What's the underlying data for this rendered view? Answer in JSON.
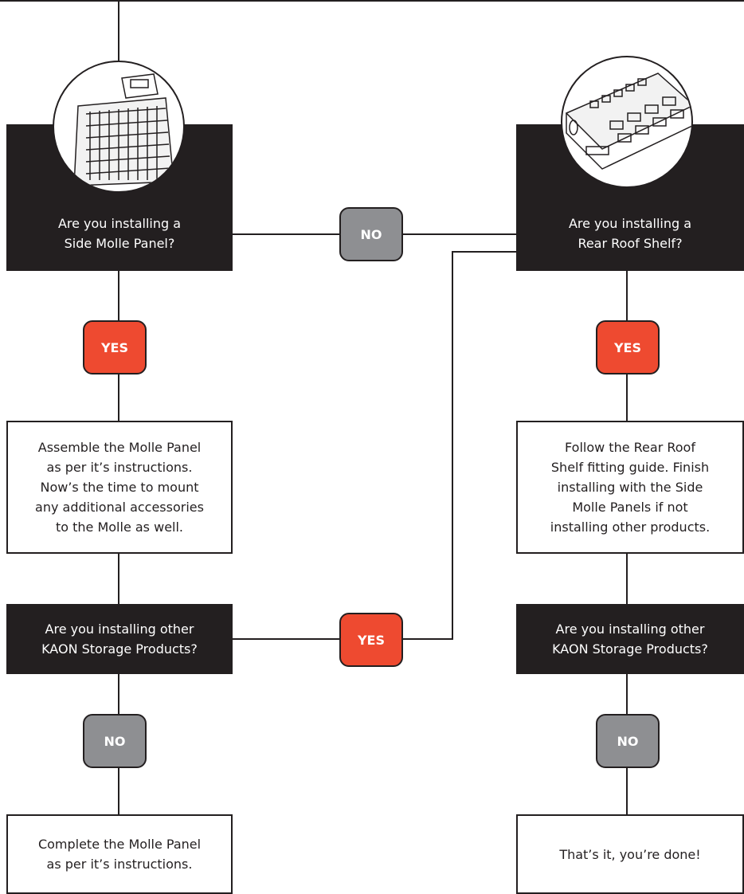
{
  "colors": {
    "dark": "#231f20",
    "yes": "#ee4a30",
    "no": "#8e8f92",
    "line": "#231f20"
  },
  "left": {
    "q1": [
      "Are you installing a",
      "Side Molle Panel?"
    ],
    "yes1": "YES",
    "a1": [
      "Assemble the Molle Panel",
      "as per it’s instructions.",
      "Now’s the time to mount",
      "any additional accessories",
      "to the Molle as well."
    ],
    "q2": [
      "Are you installing other",
      "KAON Storage Products?"
    ],
    "no2": "NO",
    "a2": [
      "Complete the Molle Panel",
      "as per it’s instructions."
    ]
  },
  "right": {
    "q1": [
      "Are you installing a",
      "Rear Roof Shelf?"
    ],
    "yes1": "YES",
    "a1": [
      "Follow the Rear Roof",
      "Shelf fitting guide. Finish",
      "installing with the Side",
      "Molle Panels if not",
      "installing other products."
    ],
    "q2": [
      "Are you installing other",
      "KAON Storage Products?"
    ],
    "no2": "NO",
    "a2": [
      "That’s it, you’re done!"
    ]
  },
  "center": {
    "no": "NO",
    "yes": "YES"
  },
  "icons": {
    "left_photo": "molle-panel-illustration",
    "right_photo": "rear-roof-shelf-illustration"
  }
}
